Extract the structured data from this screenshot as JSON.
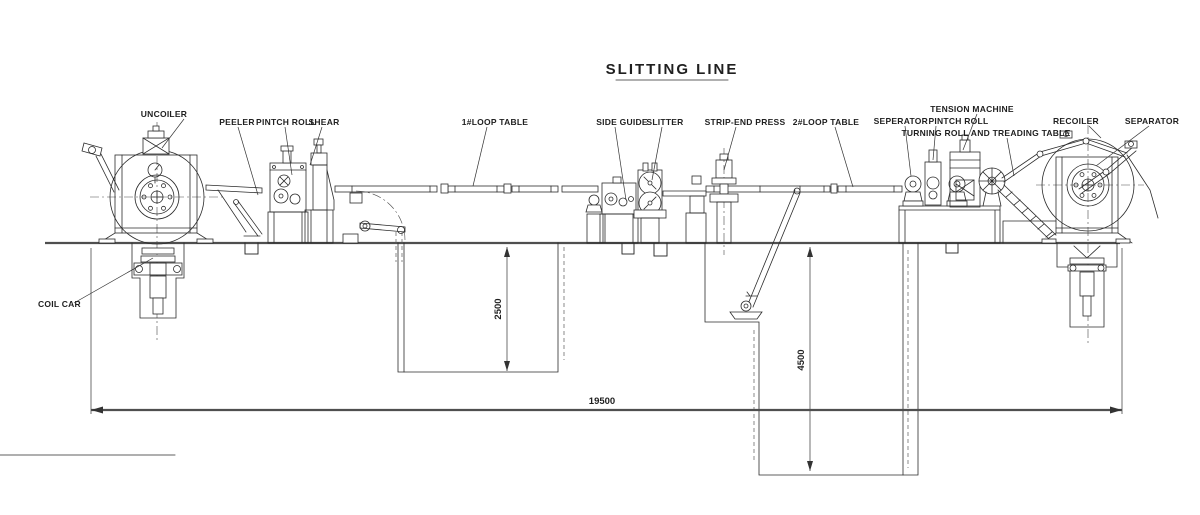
{
  "title": "SLITTING LINE",
  "labels": {
    "uncoiler": "UNCOILER",
    "coil_car": "COIL CAR",
    "peeler": "PEELER",
    "pintch_roll": "PINTCH ROLL",
    "shear": "SHEAR",
    "loop_table_1": "1#LOOP TABLE",
    "side_guide": "SIDE GUIDE",
    "slitter": "SLITTER",
    "strip_end_press": "STRIP-END PRESS",
    "loop_table_2": "2#LOOP TABLE",
    "seperator_2": "SEPERATOR",
    "pintch_roll_2": "PINTCH ROLL",
    "tension_machine": "TENSION MACHINE",
    "turning_roll_and_treading_table": "TURNING ROLL AND TREADING TABLE",
    "recoiler": "RECOILER",
    "separator": "SEPARATOR"
  },
  "dimensions": {
    "pit1_depth": "2500",
    "pit2_depth": "4500",
    "overall_length": "19500"
  },
  "colors": {
    "line": "#2b2b2b",
    "heavy_line": "#4f4f4f",
    "background": "#ffffff"
  }
}
